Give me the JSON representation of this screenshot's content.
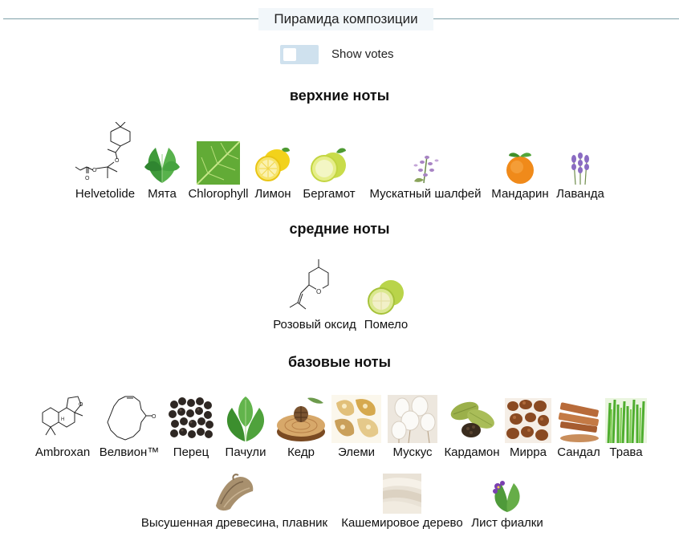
{
  "header": {
    "title": "Пирамида композиции"
  },
  "toggle": {
    "label": "Show votes",
    "checked": false
  },
  "sections": {
    "top": {
      "title": "верхние ноты",
      "notes": [
        {
          "label": "Helvetolide",
          "icon": "molecule-helvetolide-icon"
        },
        {
          "label": "Мята",
          "icon": "mint-icon"
        },
        {
          "label": "Chlorophyll",
          "icon": "green-leaf-icon"
        },
        {
          "label": "Лимон",
          "icon": "lemon-icon"
        },
        {
          "label": "Бергамот",
          "icon": "bergamot-icon"
        },
        {
          "label": "Мускатный шалфей",
          "icon": "clary-sage-icon"
        },
        {
          "label": "Мандарин",
          "icon": "mandarin-icon"
        },
        {
          "label": "Лаванда",
          "icon": "lavender-icon"
        }
      ]
    },
    "middle": {
      "title": "средние ноты",
      "notes": [
        {
          "label": "Розовый оксид",
          "icon": "molecule-rose-oxide-icon"
        },
        {
          "label": "Помело",
          "icon": "pomelo-icon"
        }
      ]
    },
    "base": {
      "title": "базовые ноты",
      "notes": [
        {
          "label": "Ambroxan",
          "icon": "molecule-ambroxan-icon"
        },
        {
          "label": "Велвион™",
          "icon": "molecule-velvione-icon"
        },
        {
          "label": "Перец",
          "icon": "pepper-icon"
        },
        {
          "label": "Пачули",
          "icon": "patchouli-icon"
        },
        {
          "label": "Кедр",
          "icon": "cedar-icon"
        },
        {
          "label": "Элеми",
          "icon": "elemi-icon"
        },
        {
          "label": "Мускус",
          "icon": "musk-icon"
        },
        {
          "label": "Кардамон",
          "icon": "cardamom-icon"
        },
        {
          "label": "Мирра",
          "icon": "myrrh-icon"
        },
        {
          "label": "Сандал",
          "icon": "sandalwood-icon"
        },
        {
          "label": "Трава",
          "icon": "grass-icon"
        },
        {
          "label": "Высушенная древесина, плавник",
          "icon": "driftwood-icon"
        },
        {
          "label": "Кашемировое дерево",
          "icon": "cashmere-wood-icon"
        },
        {
          "label": "Лист фиалки",
          "icon": "violet-leaf-icon"
        }
      ]
    }
  }
}
